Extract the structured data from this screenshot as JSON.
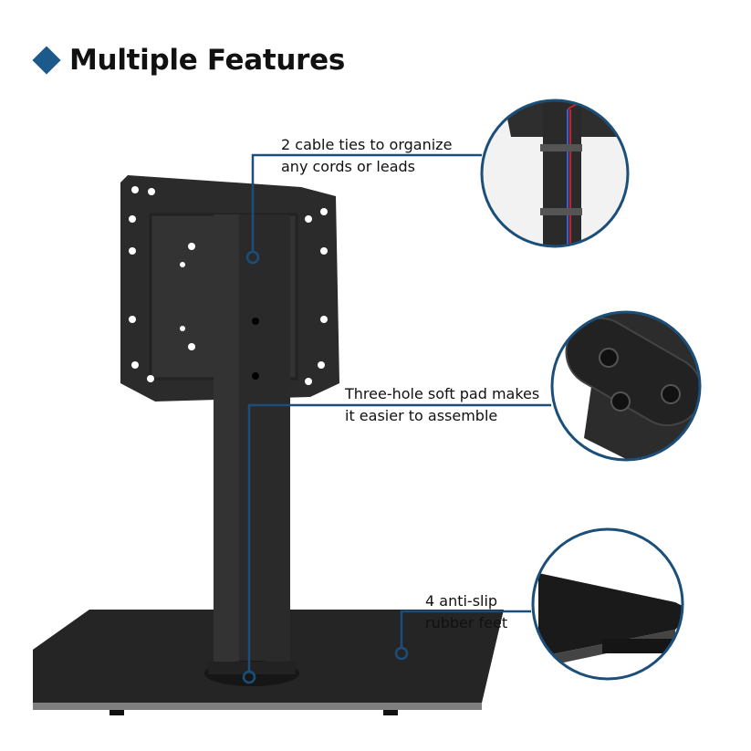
{
  "title": "Multiple Features",
  "colors": {
    "accent": "#1b4f7a"
  },
  "callouts": [
    {
      "line1": "2 cable ties to organize",
      "line2": "any cords or leads"
    },
    {
      "line1": "Three-hole soft pad makes",
      "line2": "it easier to assemble"
    },
    {
      "line1": "4 anti-slip",
      "line2": "rubber feet"
    }
  ]
}
